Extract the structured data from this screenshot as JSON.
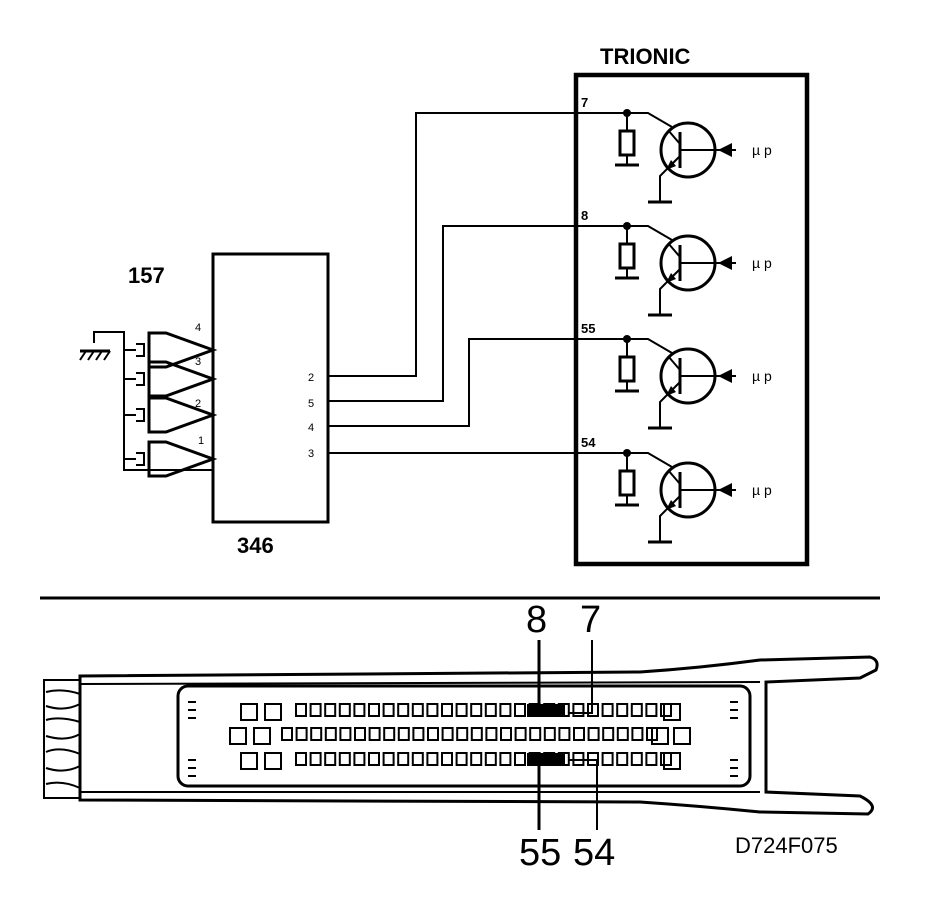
{
  "module": {
    "title": "TRIONIC",
    "channels": [
      {
        "pin": "7",
        "input_label": "µ p"
      },
      {
        "pin": "8",
        "input_label": "µ p"
      },
      {
        "pin": "55",
        "input_label": "µ p"
      },
      {
        "pin": "54",
        "input_label": "µ p"
      }
    ]
  },
  "ignition": {
    "component_label": "157",
    "coil_numbers": [
      "4",
      "3",
      "2",
      "1"
    ]
  },
  "cassette": {
    "component_label": "346",
    "pins": [
      "2",
      "5",
      "4",
      "3"
    ]
  },
  "connector": {
    "top_pins": [
      "8",
      "7"
    ],
    "bottom_pins": [
      "55",
      "54"
    ]
  },
  "figure_code": "D724F075"
}
